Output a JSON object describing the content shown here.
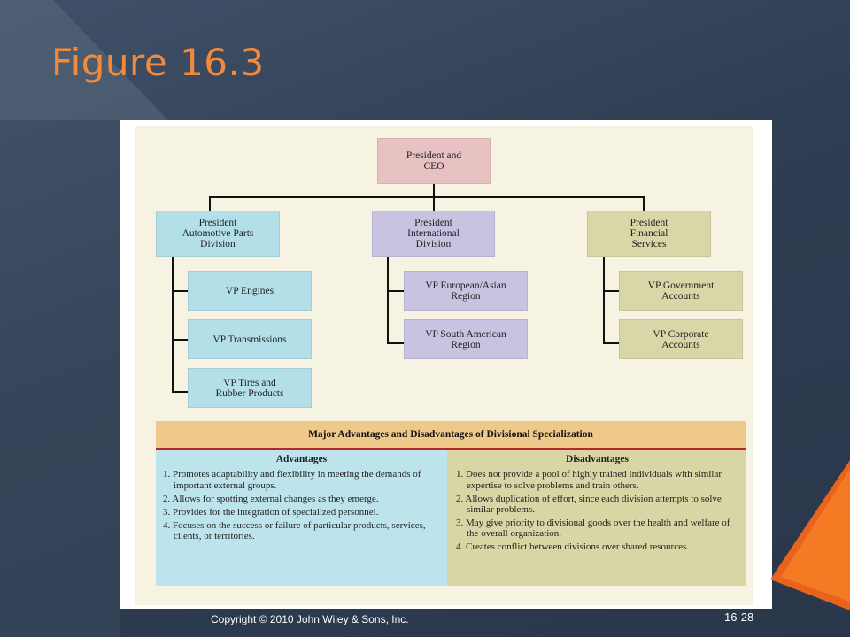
{
  "slide": {
    "title": "Figure 16.3",
    "copyright": "Copyright © 2010 John Wiley & Sons, Inc.",
    "page_number": "16-28"
  },
  "org_chart": {
    "ceo": "President and\nCEO",
    "divisions": [
      {
        "label": "President\nAutomotive Parts\nDivision",
        "color": "#b3dfe9",
        "vps": [
          "VP Engines",
          "VP Transmissions",
          "VP Tires and\nRubber Products"
        ]
      },
      {
        "label": "President\nInternational\nDivision",
        "color": "#c7c3e0",
        "vps": [
          "VP European/Asian\nRegion",
          "VP South American\nRegion"
        ]
      },
      {
        "label": "President\nFinancial\nServices",
        "color": "#d9d7a7",
        "vps": [
          "VP Government\nAccounts",
          "VP Corporate\nAccounts"
        ]
      }
    ]
  },
  "table": {
    "title": "Major Advantages and Disadvantages of Divisional Specialization",
    "advantages_header": "Advantages",
    "advantages": [
      "1. Promotes adaptability and flexibility in meeting the demands of important external groups.",
      "2. Allows for spotting external changes as they emerge.",
      "3. Provides for the integration of specialized personnel.",
      "4. Focuses on the success or failure of particular products, services, clients, or territories."
    ],
    "disadvantages_header": "Disadvantages",
    "disadvantages": [
      "1. Does not provide a pool of highly trained individuals with similar expertise to solve problems and train others.",
      "2. Allows duplication of effort, since each division attempts to solve similar problems.",
      "3. May give priority to divisional goods over the health and welfare of the overall organization.",
      "4. Creates conflict between divisions over shared resources."
    ]
  },
  "colors": {
    "title": "#f28a3a",
    "ceo_box": "#e8c2c2",
    "table_title_bg": "#efc98a",
    "table_rule": "#b2262d",
    "advantages_bg": "#bde3ec",
    "disadvantages_bg": "#d8d6a5"
  }
}
